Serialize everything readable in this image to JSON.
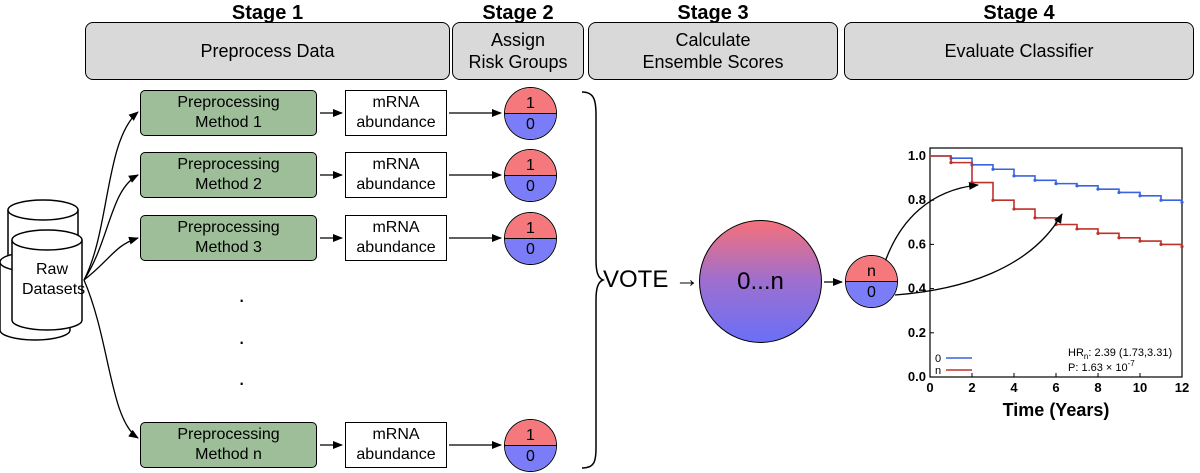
{
  "stages": [
    {
      "title": "Stage 1",
      "label": "Preprocess Data"
    },
    {
      "title": "Stage 2",
      "label": "Assign Risk Groups"
    },
    {
      "title": "Stage 3",
      "label": "Calculate Ensemble Scores"
    },
    {
      "title": "Stage 4",
      "label": "Evaluate Classifier"
    }
  ],
  "stage2_lines": [
    "Assign",
    "Risk Groups"
  ],
  "stage3_lines": [
    "Calculate",
    "Ensemble Scores"
  ],
  "raw": {
    "line1": "Raw",
    "line2": "Datasets"
  },
  "methods": [
    {
      "line1": "Preprocessing",
      "line2": "Method 1",
      "mrna1": "mRNA",
      "mrna2": "abundance",
      "top": "1",
      "bottom": "0"
    },
    {
      "line1": "Preprocessing",
      "line2": "Method 2",
      "mrna1": "mRNA",
      "mrna2": "abundance",
      "top": "1",
      "bottom": "0"
    },
    {
      "line1": "Preprocessing",
      "line2": "Method 3",
      "mrna1": "mRNA",
      "mrna2": "abundance",
      "top": "1",
      "bottom": "0"
    },
    {
      "line1": "Preprocessing",
      "line2": "Method n",
      "mrna1": "mRNA",
      "mrna2": "abundance",
      "top": "1",
      "bottom": "0"
    }
  ],
  "ellipsis": "·",
  "vote": "VOTE →",
  "ensemble": "0...n",
  "final_group": {
    "top": "n",
    "bottom": "0"
  },
  "colors": {
    "high_risk": "#f5797c",
    "low_risk": "#7b7cf7",
    "preprocess": "#9dbe98",
    "stage_bg": "#d9d9d9"
  },
  "chart_data": {
    "type": "line",
    "xlabel": "Time (Years)",
    "ylabel": "",
    "xlim": [
      0,
      12
    ],
    "ylim": [
      0.0,
      1.0
    ],
    "x_ticks": [
      "0",
      "2",
      "4",
      "6",
      "8",
      "10",
      "12"
    ],
    "y_ticks": [
      "0.0",
      "0.2",
      "0.4",
      "0.6",
      "0.8",
      "1.0"
    ],
    "series": [
      {
        "name": "0",
        "color": "#3a63e0",
        "x": [
          0,
          1,
          2,
          3,
          4,
          5,
          6,
          7,
          8,
          9,
          10,
          11,
          12
        ],
        "y": [
          1.0,
          0.99,
          0.96,
          0.94,
          0.91,
          0.89,
          0.875,
          0.865,
          0.85,
          0.835,
          0.82,
          0.8,
          0.79
        ]
      },
      {
        "name": "n",
        "color": "#c0302a",
        "x": [
          0,
          1,
          2,
          3,
          4,
          5,
          6,
          7,
          8,
          9,
          10,
          11,
          12
        ],
        "y": [
          1.0,
          0.97,
          0.88,
          0.8,
          0.76,
          0.72,
          0.69,
          0.67,
          0.65,
          0.63,
          0.615,
          0.6,
          0.59
        ]
      }
    ],
    "annotations": [
      "HR",
      "n",
      ": 2.39 (1.73,3.31)",
      "P: 1.63 × 10",
      "-7"
    ]
  }
}
